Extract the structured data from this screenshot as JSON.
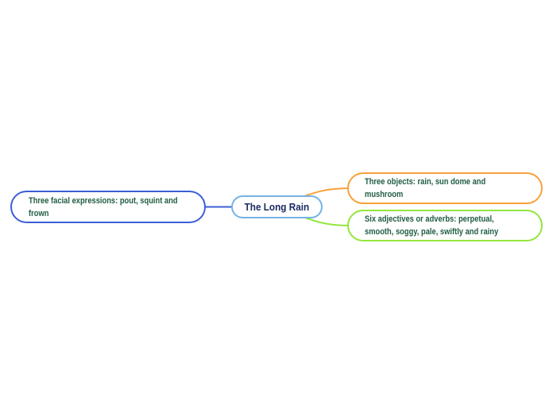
{
  "canvas": {
    "background_color": "#ffffff"
  },
  "mindmap": {
    "central": {
      "label": "The Long Rain",
      "border_color": "#74b2e4",
      "text_color": "#1a2b63"
    },
    "branches": [
      {
        "id": "facial-expressions",
        "side": "left",
        "label": "Three facial expressions: pout, squint and\nfrown",
        "border_color": "#3c5ed7",
        "connector_color": "#3c5ed7",
        "text_color": "#1f5c42"
      },
      {
        "id": "objects",
        "side": "right-top",
        "label": "Three objects: rain, sun dome and\nmushroom",
        "border_color": "#f8a13d",
        "connector_color": "#f8a13d",
        "text_color": "#1f5c42"
      },
      {
        "id": "adjectives-adverbs",
        "side": "right-bottom",
        "label": "Six adjectives or adverbs: perpetual,\nsmooth, soggy, pale, swiftly and rainy",
        "border_color": "#92e63d",
        "connector_color": "#92e63d",
        "text_color": "#1f5c42"
      }
    ]
  }
}
